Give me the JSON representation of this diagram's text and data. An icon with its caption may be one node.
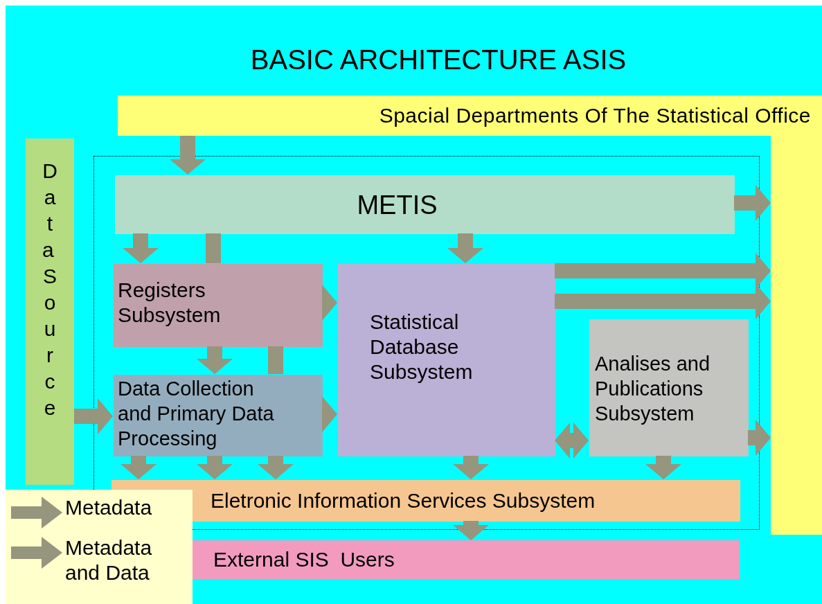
{
  "diagram": {
    "title": "BASIC ARCHITECTURE ASIS",
    "nodes": [
      {
        "text": [
          "Spacial Departments Of The Statistical Office"
        ]
      },
      {
        "text": [],
        "shape": "bar"
      },
      {
        "text": [
          "Data Source"
        ]
      },
      {
        "text": [],
        "shape": "box"
      },
      {
        "text": [
          "METIS"
        ],
        "in": 3
      },
      {
        "text": [
          "Registers Subsystem"
        ],
        "in": 3
      },
      {
        "text": [
          "Statistical Database Subsystem"
        ],
        "in": 3
      },
      {
        "text": [
          "Data Collection and Primary Data Processing"
        ],
        "in": 3
      },
      {
        "text": [
          "Analises and Publications Subsystem"
        ],
        "in": 3
      },
      {
        "text": [
          "Eletronic Information Services Subsystem"
        ],
        "in": 3
      },
      {
        "text": [
          "External SIS  Users"
        ]
      }
    ],
    "edges": [
      {
        "from": 0,
        "to": 4,
        "arrow": "to"
      },
      {
        "from": 4,
        "to": 1,
        "arrow": "to"
      },
      {
        "from": 4,
        "to": 5,
        "arrow": "to"
      },
      {
        "from": 4,
        "to": 5,
        "arrow": "none"
      },
      {
        "from": 4,
        "to": 6,
        "arrow": "to"
      },
      {
        "from": 5,
        "to": 6,
        "arrow": "to"
      },
      {
        "from": 5,
        "to": 7,
        "arrow": "to"
      },
      {
        "from": 7,
        "to": 5,
        "arrow": "none"
      },
      {
        "from": 2,
        "to": 7,
        "arrow": "to"
      },
      {
        "from": 7,
        "to": 6,
        "arrow": "to"
      },
      {
        "from": 7,
        "to": 9,
        "arrow": "to"
      },
      {
        "from": 7,
        "to": 9,
        "arrow": "to"
      },
      {
        "from": 7,
        "to": 9,
        "arrow": "to"
      },
      {
        "from": 6,
        "to": 1,
        "arrow": "to"
      },
      {
        "from": 6,
        "to": 1,
        "arrow": "to"
      },
      {
        "from": 6,
        "to": 8,
        "arrow": "both"
      },
      {
        "from": 6,
        "to": 9,
        "arrow": "to"
      },
      {
        "from": 8,
        "to": 9,
        "arrow": "to"
      },
      {
        "from": 8,
        "to": 1,
        "arrow": "to"
      },
      {
        "from": 9,
        "to": 10,
        "arrow": "to"
      }
    ],
    "legend": [
      {
        "text": "Metadata"
      },
      {
        "text": "Metadata and Data"
      }
    ]
  }
}
